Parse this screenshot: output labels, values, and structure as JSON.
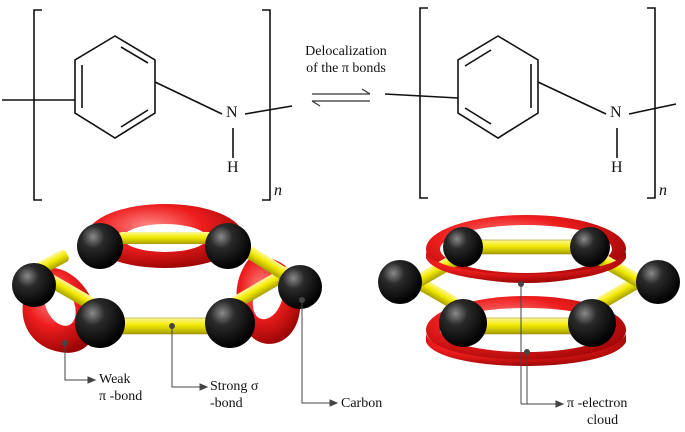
{
  "top": {
    "left_unit": {
      "n_atom": "N",
      "h_atom": "H",
      "repeat": "n"
    },
    "right_unit": {
      "n_atom": "N",
      "h_atom": "H",
      "repeat": "n"
    },
    "arrow_label_line1": "Delocalization",
    "arrow_label_line2": "of the π bonds"
  },
  "bottom": {
    "weak_pi_line1": "Weak",
    "weak_pi_line2": "π -bond",
    "strong_sigma_line1": "Strong σ",
    "strong_sigma_line2": "-bond",
    "carbon": "Carbon",
    "pi_cloud_line1": "π -electron",
    "pi_cloud_line2": "cloud"
  },
  "colors": {
    "bond_yellow": "#f2ea00",
    "lobe_red": "#e8201f",
    "atom_black": "#111111"
  }
}
